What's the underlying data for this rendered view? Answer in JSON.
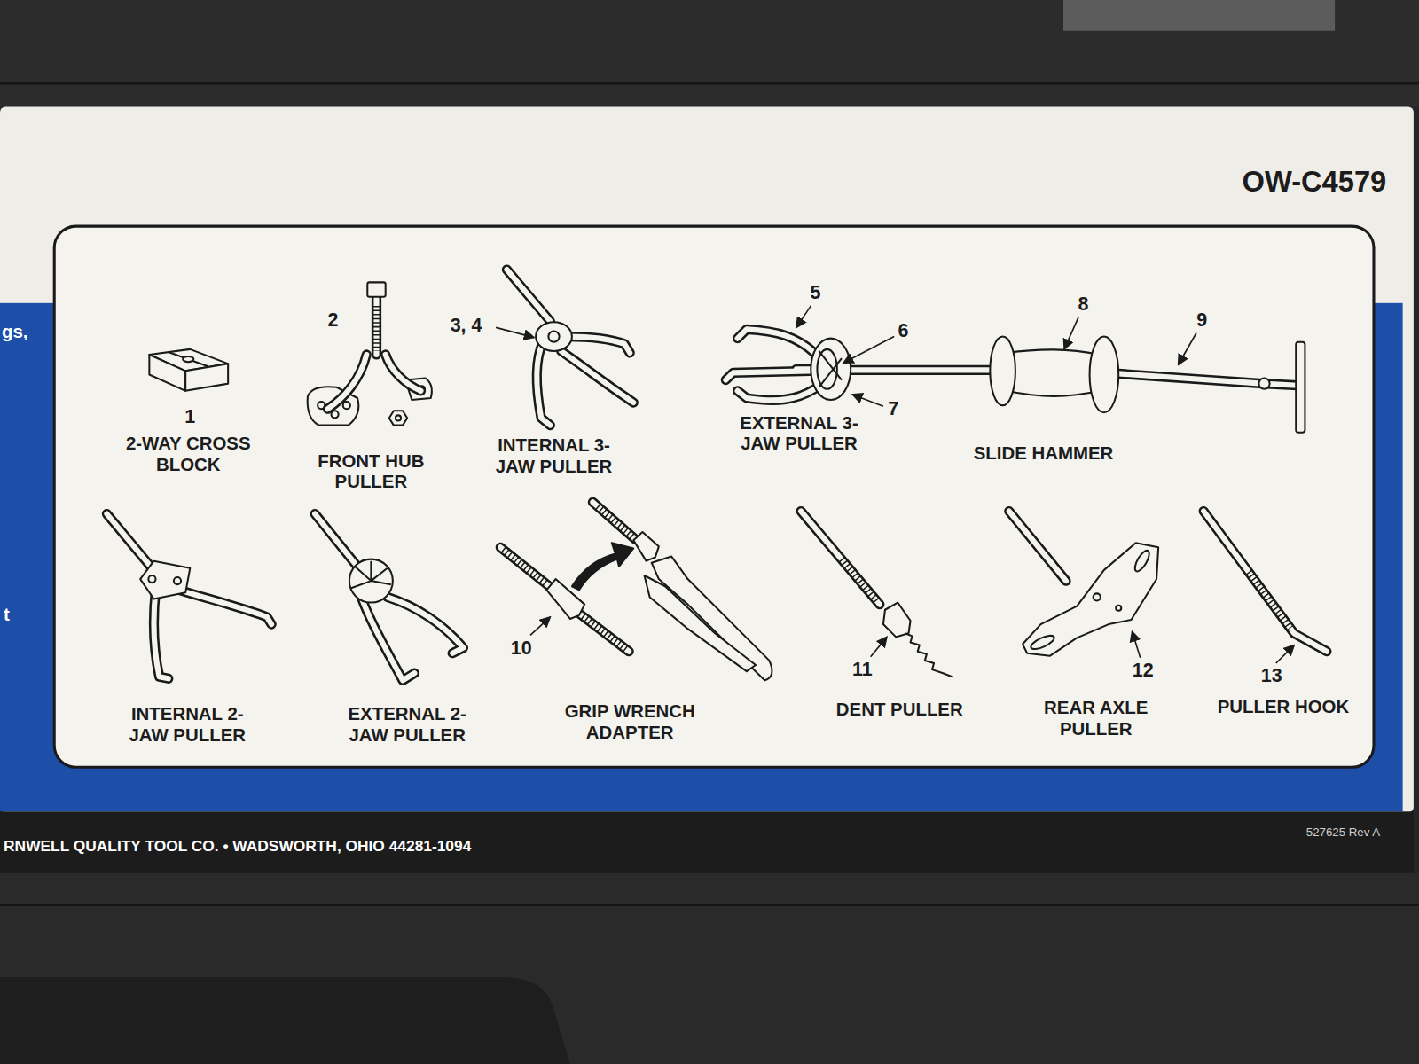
{
  "diagram": {
    "labels": [
      "OW-C4579",
      "1",
      "2-WAY CROSS BLOCK",
      "2",
      "FRONT HUB PULLER",
      "3, 4",
      "INTERNAL 3-JAW PULLER",
      "5",
      "6",
      "7",
      "EXTERNAL 3-JAW PULLER",
      "8",
      "9",
      "SLIDE HAMMER",
      "INTERNAL 2-JAW PULLER",
      "EXTERNAL 2-JAW PULLER",
      "10",
      "GRIP WRENCH ADAPTER",
      "11",
      "DENT PULLER",
      "12",
      "REAR AXLE PULLER",
      "13",
      "PULLER HOOK",
      "gs,",
      "t",
      "RNWELL QUALITY TOOL CO. • WADSWORTH, OHIO 44281-1094",
      "527625 Rev A"
    ]
  }
}
